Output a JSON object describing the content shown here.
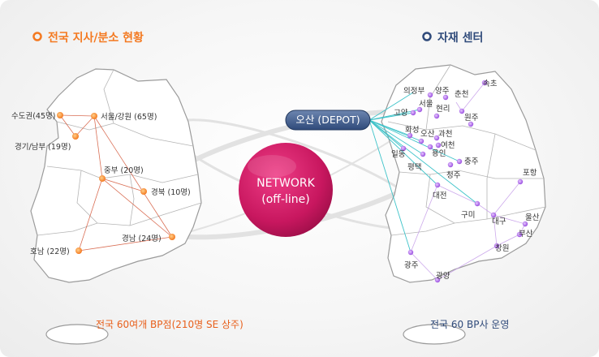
{
  "left_panel": {
    "title": "전국 지사/분소 현황",
    "caption": "전국 60여개 BP점(210명 SE 상주)",
    "accent": "#f47920",
    "offices": [
      {
        "label": "수도권(45명)"
      },
      {
        "label": "서울/강원 (65명)"
      },
      {
        "label": "경기/남부 (19명)"
      },
      {
        "label": "중부 (20명)"
      },
      {
        "label": "경북 (10명)"
      },
      {
        "label": "경남 (24명)"
      },
      {
        "label": "호남 (22명)"
      }
    ]
  },
  "right_panel": {
    "title": "자재 센터",
    "depot": "오산 (DEPOT)",
    "caption": "전국 60 BP사 운영",
    "accent": "#2f4a7a",
    "cities": [
      {
        "label": "의정부"
      },
      {
        "label": "양주"
      },
      {
        "label": "춘천"
      },
      {
        "label": "속초"
      },
      {
        "label": "서울"
      },
      {
        "label": "현리"
      },
      {
        "label": "고양"
      },
      {
        "label": "원주"
      },
      {
        "label": "화성"
      },
      {
        "label": "오산"
      },
      {
        "label": "과천"
      },
      {
        "label": "여천"
      },
      {
        "label": "일동"
      },
      {
        "label": "용인"
      },
      {
        "label": "충주"
      },
      {
        "label": "평택"
      },
      {
        "label": "청주"
      },
      {
        "label": "포항"
      },
      {
        "label": "대전"
      },
      {
        "label": "구미"
      },
      {
        "label": "대구"
      },
      {
        "label": "울산"
      },
      {
        "label": "부산"
      },
      {
        "label": "창원"
      },
      {
        "label": "광주"
      },
      {
        "label": "광양"
      }
    ]
  },
  "center": {
    "line1": "NETWORK",
    "line2": "(off-line)",
    "color": "#c8175f"
  }
}
